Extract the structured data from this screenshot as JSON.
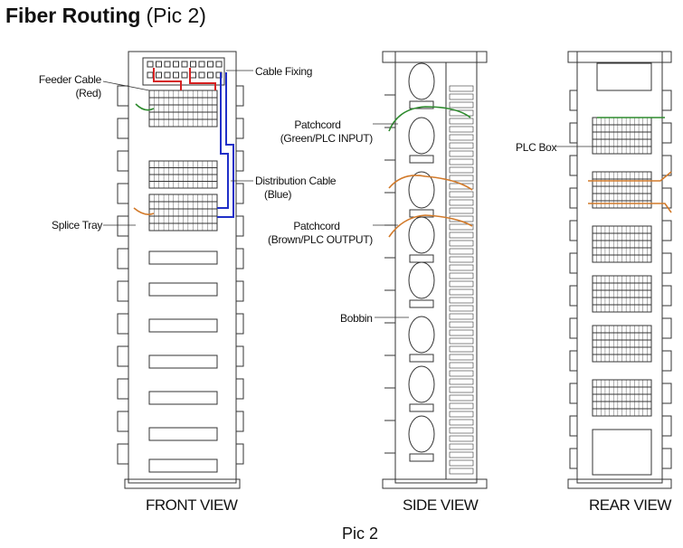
{
  "title": {
    "bold": "Fiber Routing",
    "plain": "(Pic 2)"
  },
  "labels": {
    "feeder_cable": "Feeder Cable",
    "feeder_cable_color": "(Red)",
    "cable_fixing": "Cable  Fixing",
    "distribution_cable": "Distribution Cable",
    "distribution_cable_color": "(Blue)",
    "splice_tray": "Splice Tray",
    "patchcord_1": "Patchcord",
    "patchcord_1_detail": "(Green/PLC INPUT)",
    "patchcord_2": "Patchcord",
    "patchcord_2_detail": "(Brown/PLC OUTPUT)",
    "bobbin": "Bobbin",
    "plc_box": "PLC Box"
  },
  "views": {
    "front": "FRONT VIEW",
    "side": "SIDE VIEW",
    "rear": "REAR VIEW"
  },
  "caption": "Pic 2",
  "colors": {
    "feeder": "#d62020",
    "distribution": "#1f2fc8",
    "green_patch": "#2e8b2e",
    "brown_patch": "#d27a2a",
    "line": "#333333"
  }
}
